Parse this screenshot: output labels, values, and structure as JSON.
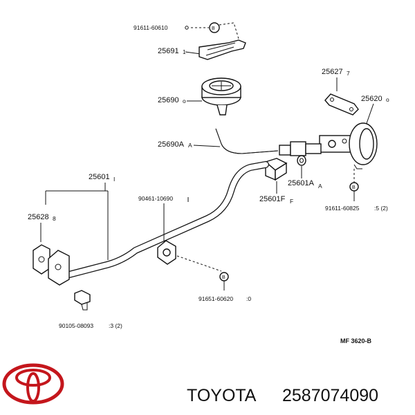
{
  "parts": {
    "p_91611_60610": "91611-60610",
    "p_25691": "25691",
    "p_25691_tag": "1",
    "p_25690": "25690",
    "p_25690_tag": "o",
    "p_25690A": "25690A",
    "p_25690A_tag": "A",
    "p_25627": "25627",
    "p_25627_tag": "7",
    "p_25620": "25620",
    "p_25620_tag": "o",
    "p_25601": "25601",
    "p_25601_tag": "I",
    "p_25628": "25628",
    "p_25628_tag": "8",
    "p_90461_10690": "90461-10690",
    "p_25601A": "25601A",
    "p_25601A_tag": "A",
    "p_25601F": "25601F",
    "p_25601F_tag": "F",
    "p_91611_60825": "91611-60825",
    "p_91611_60825_qty": ":5 (2)",
    "p_91651_60620": "91651-60620",
    "p_91651_60620_qty": ":0",
    "p_90105_08093": "90105-08093",
    "p_90105_08093_qty": ":3 (2)",
    "bolt_tag": "B"
  },
  "figure_code": "MF  3620-B",
  "footer": {
    "brand": "TOYOTA",
    "part_number": "2587074090"
  }
}
